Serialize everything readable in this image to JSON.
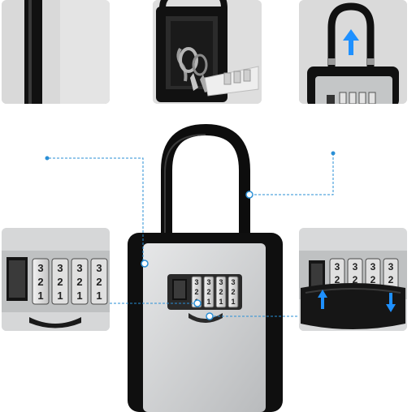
{
  "image": {
    "subject": "combination key lock box with shackle",
    "colors": {
      "body": "#111111",
      "face": "#c9cbcc",
      "face_light": "#e6e7e8",
      "callout": "#2a8fd6",
      "arrow": "#1e90ff",
      "panel_bg": "#dcdcdc"
    },
    "dials": {
      "count": 4,
      "digits_top": [
        "3",
        "3",
        "3",
        "3"
      ],
      "digits_mid": [
        "2",
        "2",
        "2",
        "2"
      ],
      "digits_bot": [
        "1",
        "1",
        "1",
        "1"
      ]
    },
    "icons": [
      "up-arrow-icon",
      "up-arrow-icon",
      "down-arrow-icon"
    ]
  }
}
